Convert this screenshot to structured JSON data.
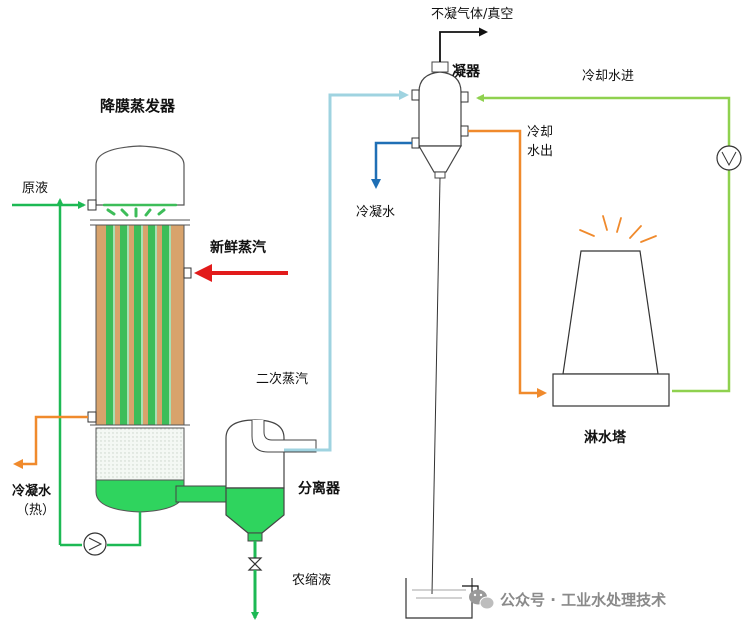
{
  "labels": {
    "evaporator": "降膜蒸发器",
    "feed": "原液",
    "fresh_steam": "新鲜蒸汽",
    "condensate_hot_line1": "冷凝水",
    "condensate_hot_line2": "（热）",
    "secondary_steam": "二次蒸汽",
    "separator": "分离器",
    "concentrate": "农缩液",
    "noncondensable": "不凝气体/真空",
    "condenser": "凝器",
    "cooling_water_in": "冷却水进",
    "cooling_water_out_line1": "冷却",
    "cooling_water_out_line2": "水出",
    "condensate": "冷凝水",
    "cooling_tower": "淋水塔"
  },
  "watermark": {
    "text": "公众号 · 工业水处理技术",
    "icon": "wechat-icon"
  },
  "colors": {
    "green_line": "#1db954",
    "light_green_line": "#8fd14f",
    "orange_line": "#f08a2c",
    "red_arrow": "#e21b1b",
    "blue_line": "#1f6fb5",
    "light_blue_line": "#9fd3e0",
    "tube_green": "#3dbd59",
    "shell_brown": "#d8a36c",
    "liquid_green": "#2fd45e"
  }
}
